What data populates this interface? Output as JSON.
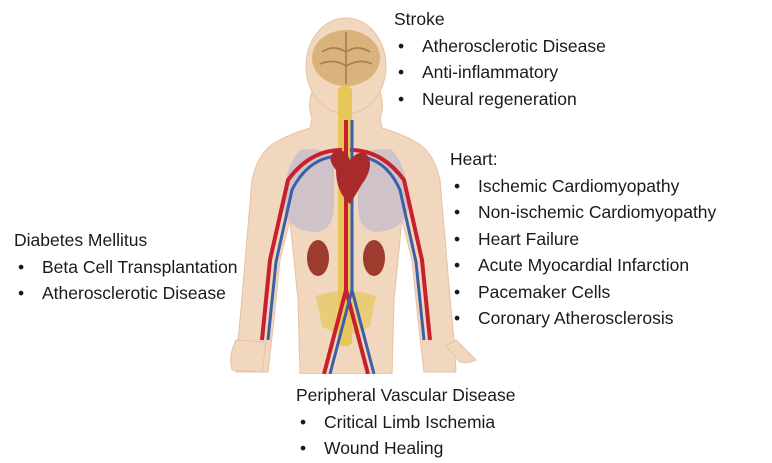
{
  "colors": {
    "skin": "#f2d7bf",
    "skin_shadow": "#e7c1a3",
    "artery": "#c8202c",
    "vein": "#3d5fa8",
    "spine": "#e6c85a",
    "brain": "#d9b27c",
    "lungs": "#cfc3c9",
    "heart": "#a92a2a",
    "kidney": "#9c3b2e",
    "text": "#1a1a1a"
  },
  "groups": {
    "stroke": {
      "heading": "Stroke",
      "items": [
        "Atherosclerotic Disease",
        "Anti-inflammatory",
        "Neural regeneration"
      ]
    },
    "heart": {
      "heading": "Heart:",
      "items": [
        "Ischemic Cardiomyopathy",
        "Non-ischemic Cardiomyopathy",
        "Heart Failure",
        "Acute Myocardial Infarction",
        "Pacemaker Cells",
        "Coronary Atherosclerosis"
      ]
    },
    "diabetes": {
      "heading": "Diabetes Mellitus",
      "items": [
        "Beta Cell Transplantation",
        "Atherosclerotic Disease"
      ]
    },
    "pvd": {
      "heading": "Peripheral Vascular Disease",
      "items": [
        "Critical Limb Ischemia",
        "Wound Healing"
      ]
    }
  }
}
